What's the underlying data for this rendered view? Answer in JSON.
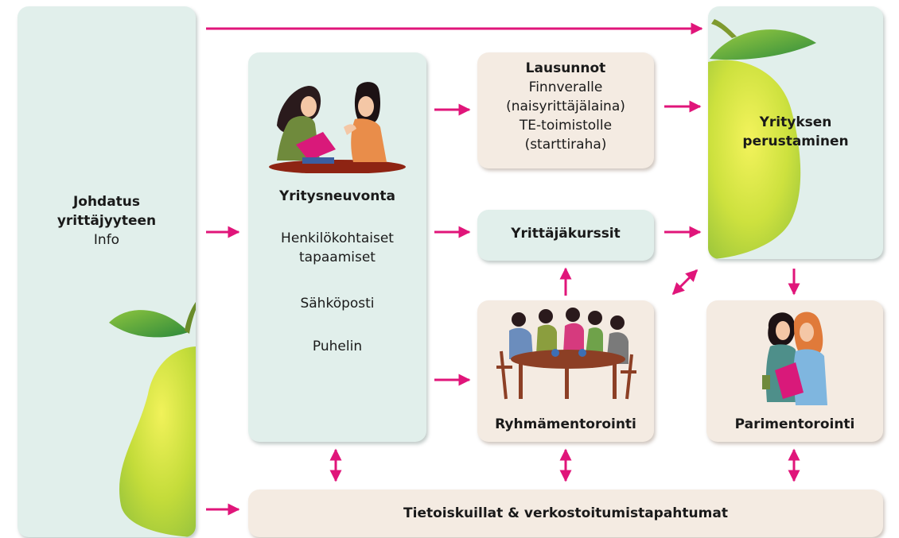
{
  "colors": {
    "arrow": "#e0157a",
    "mint_box": "#e1efeb",
    "peach_box": "#f4ebe2"
  },
  "johdatus": {
    "title_line1": "Johdatus",
    "title_line2": "yrittäjyyteen",
    "subtitle": "Info"
  },
  "yritysneuvonta": {
    "title": "Yritysneuvonta",
    "item1_line1": "Henkilökohtaiset",
    "item1_line2": "tapaamiset",
    "item2": "Sähköposti",
    "item3": "Puhelin"
  },
  "lausunnot": {
    "title": "Lausunnot",
    "line1": "Finnveralle",
    "line2": "(naisyrittäjälaina)",
    "line3": "TE-toimistolle",
    "line4": "(starttiraha)"
  },
  "yrittajakurssit": {
    "title": "Yrittäjäkurssit"
  },
  "perustaminen": {
    "title_line1": "Yrityksen",
    "title_line2": "perustaminen"
  },
  "ryhmamentorointi": {
    "title": "Ryhmämentorointi"
  },
  "parimentorointi": {
    "title": "Parimentorointi"
  },
  "tietoiskut": {
    "title": "Tietoiskuillat & verkostoitumistapahtumat"
  }
}
